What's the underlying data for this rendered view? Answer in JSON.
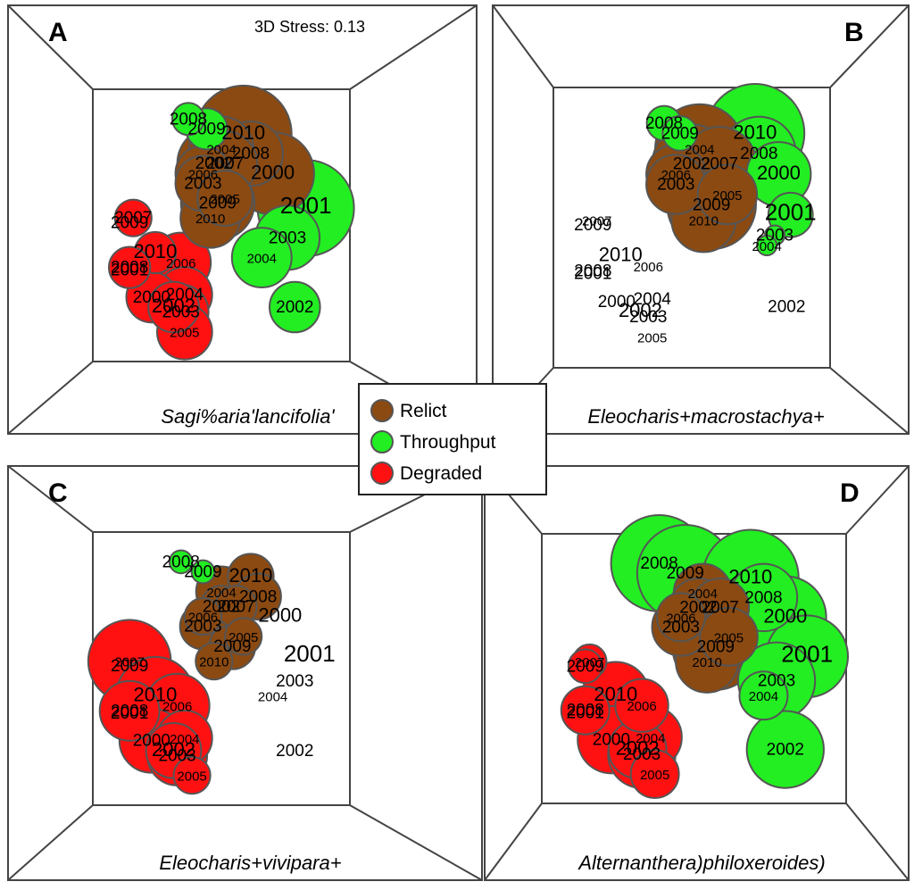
{
  "colors": {
    "Relict": "#8b4a12",
    "Throughput": "#22ee22",
    "Degraded": "#ff1111",
    "stroke": "#555555"
  },
  "legend": [
    {
      "label": "Relict",
      "color": "#8b4a12"
    },
    {
      "label": "Throughput",
      "color": "#22ee22"
    },
    {
      "label": "Degraded",
      "color": "#ff1111"
    }
  ],
  "chart_data": [
    {
      "type": "scatter",
      "panel": "A",
      "title": "Sagi%aria'lancifolia'",
      "stress": "3D Stress: 0.13",
      "points": [
        {
          "label": "2007",
          "group": "Degraded",
          "x": -2.9,
          "y": 0.9,
          "size": 0.4,
          "font": "m"
        },
        {
          "label": "2009",
          "group": "Degraded",
          "x": -3.0,
          "y": 0.8,
          "size": 0,
          "font": "m"
        },
        {
          "label": "2010",
          "group": "Degraded",
          "x": -2.3,
          "y": 0.2,
          "size": 0.45,
          "font": "l"
        },
        {
          "label": "2008",
          "group": "Degraded",
          "x": -3.0,
          "y": -0.1,
          "size": 0.45,
          "font": "m"
        },
        {
          "label": "2001",
          "group": "Degraded",
          "x": -3.0,
          "y": -0.15,
          "size": 0,
          "font": "m"
        },
        {
          "label": "2000",
          "group": "Degraded",
          "x": -2.4,
          "y": -0.7,
          "size": 0.55,
          "font": "m"
        },
        {
          "label": "2006",
          "group": "Degraded",
          "x": -1.6,
          "y": 0,
          "size": 0.65,
          "font": "s"
        },
        {
          "label": "2004",
          "group": "Degraded",
          "x": -1.5,
          "y": -0.65,
          "size": 0.6,
          "font": "m"
        },
        {
          "label": "2002",
          "group": "Degraded",
          "x": -1.8,
          "y": -0.9,
          "size": 0.55,
          "font": "l"
        },
        {
          "label": "2003",
          "group": "Degraded",
          "x": -1.6,
          "y": -1.0,
          "size": 0.6,
          "font": "m"
        },
        {
          "label": "2005",
          "group": "Degraded",
          "x": -1.5,
          "y": -1.4,
          "size": 0.6,
          "font": "s"
        },
        {
          "label": "2008",
          "group": "Throughput",
          "x": -1.4,
          "y": 2.9,
          "size": 0.35,
          "font": "m"
        },
        {
          "label": "2009",
          "group": "Throughput",
          "x": -0.9,
          "y": 2.7,
          "size": 0.45,
          "font": "m"
        },
        {
          "label": "2010",
          "group": "Relict",
          "x": 0.1,
          "y": 2.6,
          "size": 1.05,
          "font": "l"
        },
        {
          "label": "2008",
          "group": "Relict",
          "x": 0.3,
          "y": 2.2,
          "size": 0.7,
          "font": "m"
        },
        {
          "label": "2004",
          "group": "Relict",
          "x": -0.5,
          "y": 2.3,
          "size": 0.7,
          "font": "s"
        },
        {
          "label": "2002",
          "group": "Relict",
          "x": -0.7,
          "y": 2.0,
          "size": 0.8,
          "font": "m"
        },
        {
          "label": "2007",
          "group": "Relict",
          "x": -0.4,
          "y": 2.0,
          "size": 0.7,
          "font": "m"
        },
        {
          "label": "2000",
          "group": "Relict",
          "x": 0.9,
          "y": 1.8,
          "size": 0.9,
          "font": "l"
        },
        {
          "label": "2006",
          "group": "Relict",
          "x": -1.0,
          "y": 1.8,
          "size": 0.6,
          "font": "s"
        },
        {
          "label": "2003",
          "group": "Relict",
          "x": -1.0,
          "y": 1.6,
          "size": 0.6,
          "font": "m"
        },
        {
          "label": "2005",
          "group": "Relict",
          "x": -0.4,
          "y": 1.3,
          "size": 0.6,
          "font": "s"
        },
        {
          "label": "2009",
          "group": "Relict",
          "x": -0.6,
          "y": 1.2,
          "size": 0.8,
          "font": "m"
        },
        {
          "label": "2010",
          "group": "Relict",
          "x": -0.8,
          "y": 0.9,
          "size": 0.65,
          "font": "s"
        },
        {
          "label": "2001",
          "group": "Throughput",
          "x": 1.8,
          "y": 1.1,
          "size": 1.05,
          "font": "xl"
        },
        {
          "label": "2003",
          "group": "Throughput",
          "x": 1.3,
          "y": 0.5,
          "size": 0.7,
          "font": "m"
        },
        {
          "label": "2004",
          "group": "Throughput",
          "x": 0.6,
          "y": 0.1,
          "size": 0.65,
          "font": "s"
        },
        {
          "label": "2002",
          "group": "Throughput",
          "x": 1.5,
          "y": -0.9,
          "size": 0.55,
          "font": "m"
        }
      ]
    },
    {
      "type": "scatter",
      "panel": "B",
      "title": "Eleocharis+macrostachya+",
      "points": [
        {
          "label": "2008",
          "group": "Throughput",
          "x": -1.2,
          "y": 2.8,
          "size": 0.35,
          "font": "m"
        },
        {
          "label": "2009",
          "group": "Throughput",
          "x": -0.8,
          "y": 2.6,
          "size": 0.35,
          "font": "m"
        },
        {
          "label": "2010",
          "group": "Throughput",
          "x": 1.1,
          "y": 2.6,
          "size": 1.0,
          "font": "l"
        },
        {
          "label": "2008",
          "group": "Throughput",
          "x": 1.2,
          "y": 2.2,
          "size": 0.75,
          "font": "m"
        },
        {
          "label": "2000",
          "group": "Throughput",
          "x": 1.7,
          "y": 1.8,
          "size": 0.65,
          "font": "l"
        },
        {
          "label": "2004",
          "group": "Relict",
          "x": -0.3,
          "y": 2.3,
          "size": 0.9,
          "font": "s"
        },
        {
          "label": "2002",
          "group": "Relict",
          "x": -0.5,
          "y": 2.0,
          "size": 0.8,
          "font": "m"
        },
        {
          "label": "2007",
          "group": "Relict",
          "x": 0.2,
          "y": 2.0,
          "size": 0.75,
          "font": "m"
        },
        {
          "label": "2006",
          "group": "Relict",
          "x": -0.9,
          "y": 1.8,
          "size": 0.6,
          "font": "s"
        },
        {
          "label": "2003",
          "group": "Relict",
          "x": -0.9,
          "y": 1.6,
          "size": 0.6,
          "font": "m"
        },
        {
          "label": "2005",
          "group": "Relict",
          "x": 0.4,
          "y": 1.4,
          "size": 0.6,
          "font": "s"
        },
        {
          "label": "2009",
          "group": "Relict",
          "x": 0,
          "y": 1.2,
          "size": 0.9,
          "font": "m"
        },
        {
          "label": "2010",
          "group": "Relict",
          "x": -0.2,
          "y": 0.9,
          "size": 0.65,
          "font": "s"
        },
        {
          "label": "2001",
          "group": "Throughput",
          "x": 2.0,
          "y": 1.0,
          "size": 0.45,
          "font": "xl"
        },
        {
          "label": "2003",
          "group": "Throughput",
          "x": 1.6,
          "y": 0.6,
          "size": 0.2,
          "font": "m"
        },
        {
          "label": "2004",
          "group": "Throughput",
          "x": 1.4,
          "y": 0.4,
          "size": 0.2,
          "font": "s"
        },
        {
          "label": "2002",
          "group": "none",
          "x": 1.9,
          "y": -0.8,
          "size": 0,
          "font": "m"
        },
        {
          "label": "2007",
          "group": "none",
          "x": -2.9,
          "y": 0.9,
          "size": 0,
          "font": "s"
        },
        {
          "label": "2009",
          "group": "none",
          "x": -3.0,
          "y": 0.8,
          "size": 0,
          "font": "m"
        },
        {
          "label": "2010",
          "group": "none",
          "x": -2.3,
          "y": 0.2,
          "size": 0,
          "font": "l"
        },
        {
          "label": "2008",
          "group": "none",
          "x": -3.0,
          "y": -0.1,
          "size": 0,
          "font": "m"
        },
        {
          "label": "2001",
          "group": "none",
          "x": -3.0,
          "y": -0.15,
          "size": 0,
          "font": "m"
        },
        {
          "label": "2006",
          "group": "none",
          "x": -1.6,
          "y": 0,
          "size": 0,
          "font": "s"
        },
        {
          "label": "2000",
          "group": "none",
          "x": -2.4,
          "y": -0.7,
          "size": 0,
          "font": "m"
        },
        {
          "label": "2004",
          "group": "none",
          "x": -1.5,
          "y": -0.65,
          "size": 0,
          "font": "m"
        },
        {
          "label": "2002",
          "group": "none",
          "x": -1.8,
          "y": -0.9,
          "size": 0,
          "font": "l"
        },
        {
          "label": "2003",
          "group": "none",
          "x": -1.6,
          "y": -1.0,
          "size": 0,
          "font": "m"
        },
        {
          "label": "2005",
          "group": "none",
          "x": -1.5,
          "y": -1.4,
          "size": 0,
          "font": "s"
        }
      ]
    },
    {
      "type": "scatter",
      "panel": "C",
      "title": "Eleocharis+vivipara+",
      "points": [
        {
          "label": "2007",
          "group": "Degraded",
          "x": -3.0,
          "y": 0.9,
          "size": 0.9,
          "font": "s"
        },
        {
          "label": "2009",
          "group": "Degraded",
          "x": -3.0,
          "y": 0.8,
          "size": 0,
          "font": "m"
        },
        {
          "label": "2010",
          "group": "Degraded",
          "x": -2.3,
          "y": 0.2,
          "size": 0.85,
          "font": "l"
        },
        {
          "label": "2006",
          "group": "Degraded",
          "x": -1.7,
          "y": 0,
          "size": 0.7,
          "font": "s"
        },
        {
          "label": "2008",
          "group": "Degraded",
          "x": -3.0,
          "y": -0.1,
          "size": 0.65,
          "font": "m"
        },
        {
          "label": "2001",
          "group": "Degraded",
          "x": -3.0,
          "y": -0.15,
          "size": 0,
          "font": "m"
        },
        {
          "label": "2000",
          "group": "Degraded",
          "x": -2.4,
          "y": -0.7,
          "size": 0.7,
          "font": "m"
        },
        {
          "label": "2004",
          "group": "Degraded",
          "x": -1.5,
          "y": -0.65,
          "size": 0.6,
          "font": "s"
        },
        {
          "label": "2002",
          "group": "Degraded",
          "x": -1.8,
          "y": -0.9,
          "size": 0.6,
          "font": "l"
        },
        {
          "label": "2003",
          "group": "Degraded",
          "x": -1.7,
          "y": -1.0,
          "size": 0.65,
          "font": "m"
        },
        {
          "label": "2005",
          "group": "Degraded",
          "x": -1.3,
          "y": -1.4,
          "size": 0.4,
          "font": "s"
        },
        {
          "label": "2008",
          "group": "Throughput",
          "x": -1.6,
          "y": 2.9,
          "size": 0.25,
          "font": "m"
        },
        {
          "label": "2009",
          "group": "Throughput",
          "x": -1.0,
          "y": 2.7,
          "size": 0.25,
          "font": "m"
        },
        {
          "label": "2010",
          "group": "Relict",
          "x": 0.3,
          "y": 2.6,
          "size": 0.5,
          "font": "l"
        },
        {
          "label": "2008",
          "group": "Relict",
          "x": 0.5,
          "y": 2.2,
          "size": 0.5,
          "font": "m"
        },
        {
          "label": "2004",
          "group": "Relict",
          "x": -0.5,
          "y": 2.3,
          "size": 0.55,
          "font": "s"
        },
        {
          "label": "2002",
          "group": "Relict",
          "x": -0.5,
          "y": 2.0,
          "size": 0.45,
          "font": "m"
        },
        {
          "label": "2007",
          "group": "Relict",
          "x": -0.1,
          "y": 2.0,
          "size": 0.45,
          "font": "m"
        },
        {
          "label": "2006",
          "group": "Relict",
          "x": -1.0,
          "y": 1.8,
          "size": 0.4,
          "font": "s"
        },
        {
          "label": "2003",
          "group": "Relict",
          "x": -1.0,
          "y": 1.6,
          "size": 0.5,
          "font": "m"
        },
        {
          "label": "2005",
          "group": "Relict",
          "x": 0.1,
          "y": 1.4,
          "size": 0.4,
          "font": "s"
        },
        {
          "label": "2009",
          "group": "Relict",
          "x": -0.2,
          "y": 1.2,
          "size": 0.5,
          "font": "m"
        },
        {
          "label": "2010",
          "group": "Relict",
          "x": -0.7,
          "y": 0.9,
          "size": 0.4,
          "font": "s"
        },
        {
          "label": "2000",
          "group": "none",
          "x": 1.1,
          "y": 1.8,
          "size": 0,
          "font": "l"
        },
        {
          "label": "2001",
          "group": "none",
          "x": 1.9,
          "y": 1.0,
          "size": 0,
          "font": "xl"
        },
        {
          "label": "2003",
          "group": "none",
          "x": 1.5,
          "y": 0.5,
          "size": 0,
          "font": "m"
        },
        {
          "label": "2004",
          "group": "none",
          "x": 0.9,
          "y": 0.2,
          "size": 0,
          "font": "s"
        },
        {
          "label": "2002",
          "group": "none",
          "x": 1.5,
          "y": -0.9,
          "size": 0,
          "font": "m"
        }
      ]
    },
    {
      "type": "scatter",
      "panel": "D",
      "title": "Alternanthera)philoxeroides)",
      "points": [
        {
          "label": "2008",
          "group": "Throughput",
          "x": -1.3,
          "y": 2.9,
          "size": 1.0,
          "font": "m"
        },
        {
          "label": "2009",
          "group": "Throughput",
          "x": -0.7,
          "y": 2.7,
          "size": 1.0,
          "font": "m"
        },
        {
          "label": "2010",
          "group": "Throughput",
          "x": 0.8,
          "y": 2.6,
          "size": 1.0,
          "font": "l"
        },
        {
          "label": "2008",
          "group": "Throughput",
          "x": 1.1,
          "y": 2.2,
          "size": 0.7,
          "font": "m"
        },
        {
          "label": "2000",
          "group": "Throughput",
          "x": 1.6,
          "y": 1.8,
          "size": 0.85,
          "font": "l"
        },
        {
          "label": "2004",
          "group": "Relict",
          "x": -0.3,
          "y": 2.3,
          "size": 0.6,
          "font": "s"
        },
        {
          "label": "2002",
          "group": "Relict",
          "x": -0.4,
          "y": 2.0,
          "size": 0.6,
          "font": "m"
        },
        {
          "label": "2007",
          "group": "Relict",
          "x": 0.1,
          "y": 2.0,
          "size": 0.6,
          "font": "m"
        },
        {
          "label": "2006",
          "group": "Relict",
          "x": -0.8,
          "y": 1.8,
          "size": 0.5,
          "font": "s"
        },
        {
          "label": "2003",
          "group": "Relict",
          "x": -0.8,
          "y": 1.6,
          "size": 0.6,
          "font": "m"
        },
        {
          "label": "2005",
          "group": "Relict",
          "x": 0.3,
          "y": 1.4,
          "size": 0.6,
          "font": "s"
        },
        {
          "label": "2009",
          "group": "Relict",
          "x": 0,
          "y": 1.2,
          "size": 0.9,
          "font": "m"
        },
        {
          "label": "2010",
          "group": "Relict",
          "x": -0.2,
          "y": 0.9,
          "size": 0.65,
          "font": "s"
        },
        {
          "label": "2001",
          "group": "Throughput",
          "x": 2.1,
          "y": 1.0,
          "size": 0.85,
          "font": "xl"
        },
        {
          "label": "2003",
          "group": "Throughput",
          "x": 1.4,
          "y": 0.5,
          "size": 0.8,
          "font": "m"
        },
        {
          "label": "2004",
          "group": "Throughput",
          "x": 1.1,
          "y": 0.2,
          "size": 0.5,
          "font": "s"
        },
        {
          "label": "2002",
          "group": "Throughput",
          "x": 1.6,
          "y": -0.9,
          "size": 0.8,
          "font": "m"
        },
        {
          "label": "2007",
          "group": "Degraded",
          "x": -2.9,
          "y": 0.9,
          "size": 0.35,
          "font": "s"
        },
        {
          "label": "2009",
          "group": "Degraded",
          "x": -3.0,
          "y": 0.8,
          "size": 0.35,
          "font": "m"
        },
        {
          "label": "2010",
          "group": "Degraded",
          "x": -2.3,
          "y": 0.2,
          "size": 0.7,
          "font": "l"
        },
        {
          "label": "2006",
          "group": "Degraded",
          "x": -1.7,
          "y": 0,
          "size": 0.55,
          "font": "s"
        },
        {
          "label": "2008",
          "group": "Degraded",
          "x": -3.0,
          "y": -0.1,
          "size": 0.5,
          "font": "m"
        },
        {
          "label": "2001",
          "group": "Degraded",
          "x": -3.0,
          "y": -0.15,
          "size": 0,
          "font": "m"
        },
        {
          "label": "2000",
          "group": "Degraded",
          "x": -2.4,
          "y": -0.7,
          "size": 0.7,
          "font": "m"
        },
        {
          "label": "2004",
          "group": "Degraded",
          "x": -1.5,
          "y": -0.65,
          "size": 0.65,
          "font": "s"
        },
        {
          "label": "2002",
          "group": "Degraded",
          "x": -1.8,
          "y": -0.9,
          "size": 0.6,
          "font": "l"
        },
        {
          "label": "2003",
          "group": "Degraded",
          "x": -1.7,
          "y": -1.0,
          "size": 0.7,
          "font": "m"
        },
        {
          "label": "2005",
          "group": "Degraded",
          "x": -1.4,
          "y": -1.4,
          "size": 0.5,
          "font": "s"
        }
      ]
    }
  ]
}
